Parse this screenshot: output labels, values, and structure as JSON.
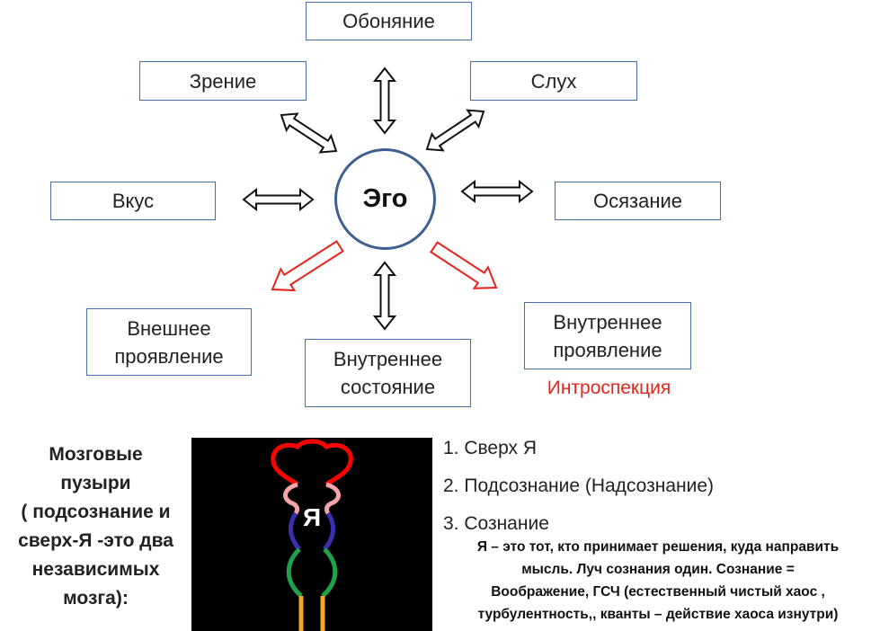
{
  "diagram": {
    "center": "Эго",
    "senses": {
      "smell": "Обоняние",
      "sight": "Зрение",
      "hearing": "Слух",
      "taste": "Вкус",
      "touch": "Осязание"
    },
    "outer_expression": "Внешнее\nпроявление",
    "inner_state": "Внутреннее\nсостояние",
    "inner_expression": "Внутреннее\nпроявление",
    "introspection": "Интроспекция",
    "colors": {
      "box_border": "#4a6fa5",
      "circle": "#3e5f92",
      "red_accent": "#e8231b"
    }
  },
  "bottom": {
    "bubbles_label": "Мозговые\nпузыри\n( подсознание и\nсверх-Я  -это два\nнезависимых\nмозга):",
    "brain_letter": "Я",
    "brain_colors": {
      "top": "#ff0000",
      "pink": "#f4a3a8",
      "blue": "#3a2fb0",
      "green": "#1fa34a",
      "orange": "#f5a623"
    },
    "list": [
      "1. Сверх Я",
      "2. Подсознание (Надсознание)",
      "3. Сознание"
    ],
    "description": "Я – это   тот,  кто принимает решения, куда направить\nмысль. Луч сознания один. Сознание =\nВоображение, ГСЧ (естественный чистый хаос ,\nтурбулентность,, кванты  – действие хаоса изнутри)"
  }
}
